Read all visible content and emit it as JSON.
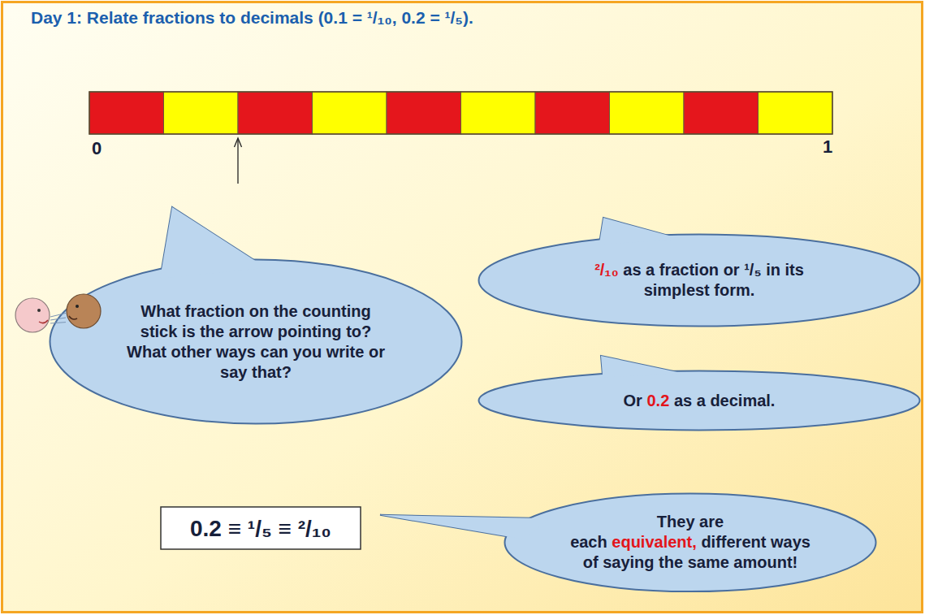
{
  "diagram": {
    "title": "Day 1: Relate fractions to decimals (0.1 = ¹/₁₀, 0.2 = ¹/₅).",
    "nodes": [
      {
        "text": [
          "What fraction on the counting stick is the arrow pointing to? What other ways can you write or say that?"
        ]
      },
      {
        "text": [
          "²/₁₀",
          "as a fraction or ¹/₅ in its simplest form."
        ]
      },
      {
        "text": [
          "Or",
          "0.2",
          "as a decimal."
        ]
      },
      {
        "text": [
          "0.2 ≡ ¹/₅ ≡ ²/₁₀"
        ]
      },
      {
        "text": [
          "They are each",
          "equivalent,",
          "different ways of saying the same amount!"
        ]
      }
    ],
    "labels": [
      "0",
      "1"
    ]
  }
}
